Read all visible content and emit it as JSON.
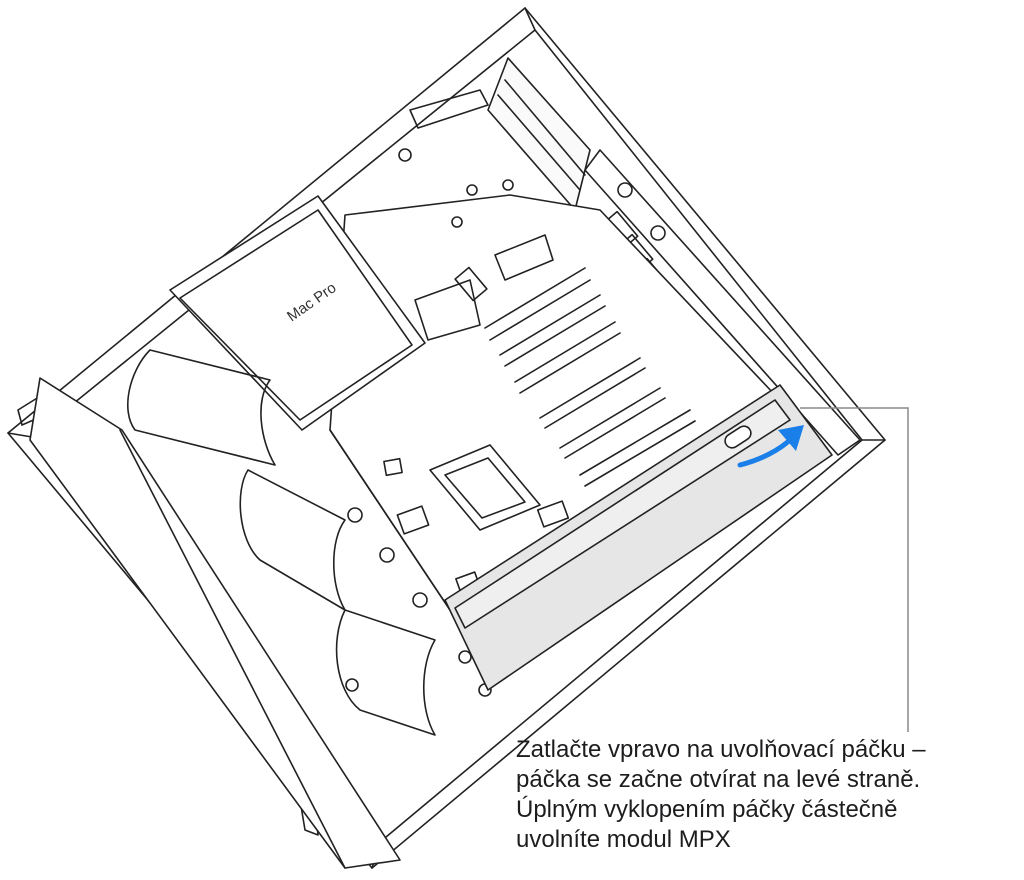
{
  "logo": {
    "brand_text": "Mac Pro",
    "icon": "apple-logo-icon"
  },
  "caption": {
    "lines": [
      "Zatlačte vpravo na uvolňovací páčku –",
      "páčka se začne otvírat na levé straně.",
      "Úplným vyklopením páčky částečně",
      "uvolníte modul MPX"
    ]
  },
  "colors": {
    "arrow": "#1a7fe8",
    "mpx_module": "#e6e6e6",
    "callout_line": "#888888",
    "outline": "#222222"
  }
}
